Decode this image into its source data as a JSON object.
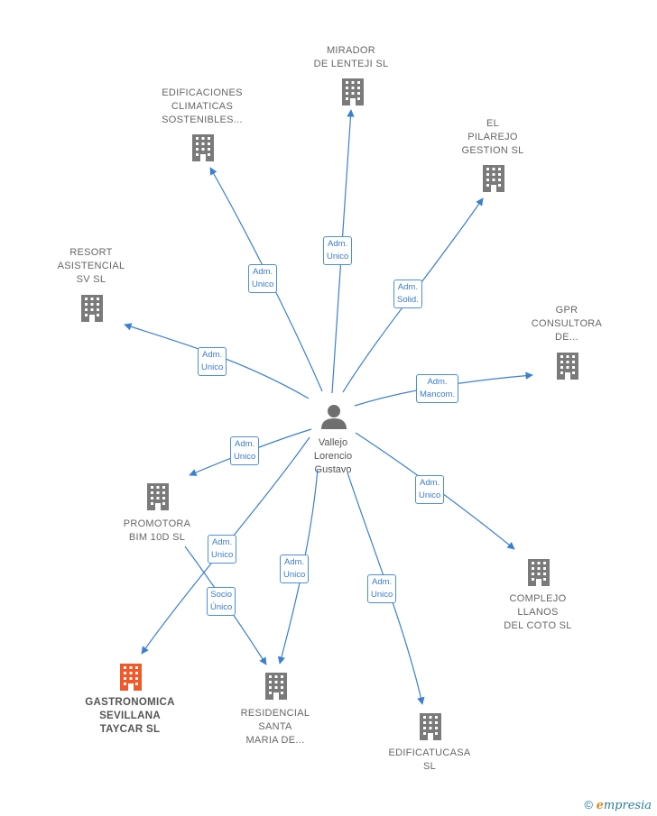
{
  "center": {
    "name_lines": [
      "Vallejo",
      "Lorencio",
      "Gustavo"
    ]
  },
  "colors": {
    "edge": "#3a7fd0",
    "company": "#7a7a7a",
    "focus": "#f05a28"
  },
  "companies": [
    {
      "id": "mirador",
      "lines": [
        "MIRADOR",
        "DE LENTEJI SL"
      ],
      "focus": false
    },
    {
      "id": "edificaciones",
      "lines": [
        "EDIFICACIONES",
        "CLIMATICAS",
        "SOSTENIBLES..."
      ],
      "focus": false
    },
    {
      "id": "pilarejo",
      "lines": [
        "EL",
        "PILAREJO",
        "GESTION SL"
      ],
      "focus": false
    },
    {
      "id": "resort",
      "lines": [
        "RESORT",
        "ASISTENCIAL",
        "SV  SL"
      ],
      "focus": false
    },
    {
      "id": "gpr",
      "lines": [
        "GPR",
        "CONSULTORA",
        "DE..."
      ],
      "focus": false
    },
    {
      "id": "promotora",
      "lines": [
        "PROMOTORA",
        "BIM 10D  SL"
      ],
      "focus": false
    },
    {
      "id": "complejo",
      "lines": [
        "COMPLEJO",
        "LLANOS",
        "DEL COTO SL"
      ],
      "focus": false
    },
    {
      "id": "gastronomica",
      "lines": [
        "GASTRONOMICA",
        "SEVILLANA",
        "TAYCAR  SL"
      ],
      "focus": true
    },
    {
      "id": "residencial",
      "lines": [
        "RESIDENCIAL",
        "SANTA",
        "MARIA DE..."
      ],
      "focus": false
    },
    {
      "id": "edificatucasa",
      "lines": [
        "EDIFICATUCASA",
        "SL"
      ],
      "focus": false
    }
  ],
  "relations": [
    {
      "id": "r-mirador",
      "lines": [
        "Adm.",
        "Unico"
      ]
    },
    {
      "id": "r-edificaciones",
      "lines": [
        "Adm.",
        "Unico"
      ]
    },
    {
      "id": "r-pilarejo",
      "lines": [
        "Adm.",
        "Solid."
      ]
    },
    {
      "id": "r-resort",
      "lines": [
        "Adm.",
        "Unico"
      ]
    },
    {
      "id": "r-gpr",
      "lines": [
        "Adm.",
        "Mancom."
      ]
    },
    {
      "id": "r-promotora",
      "lines": [
        "Adm.",
        "Unico"
      ]
    },
    {
      "id": "r-complejo",
      "lines": [
        "Adm.",
        "Unico"
      ]
    },
    {
      "id": "r-gastronomica",
      "lines": [
        "Adm.",
        "Unico"
      ]
    },
    {
      "id": "r-residencial-socio",
      "lines": [
        "Socio",
        "Único"
      ]
    },
    {
      "id": "r-residencial",
      "lines": [
        "Adm.",
        "Unico"
      ]
    },
    {
      "id": "r-edificatucasa",
      "lines": [
        "Adm.",
        "Unico"
      ]
    }
  ],
  "footer": {
    "copyright": "©",
    "brand_e": "e",
    "brand_rest": "mpresia"
  }
}
